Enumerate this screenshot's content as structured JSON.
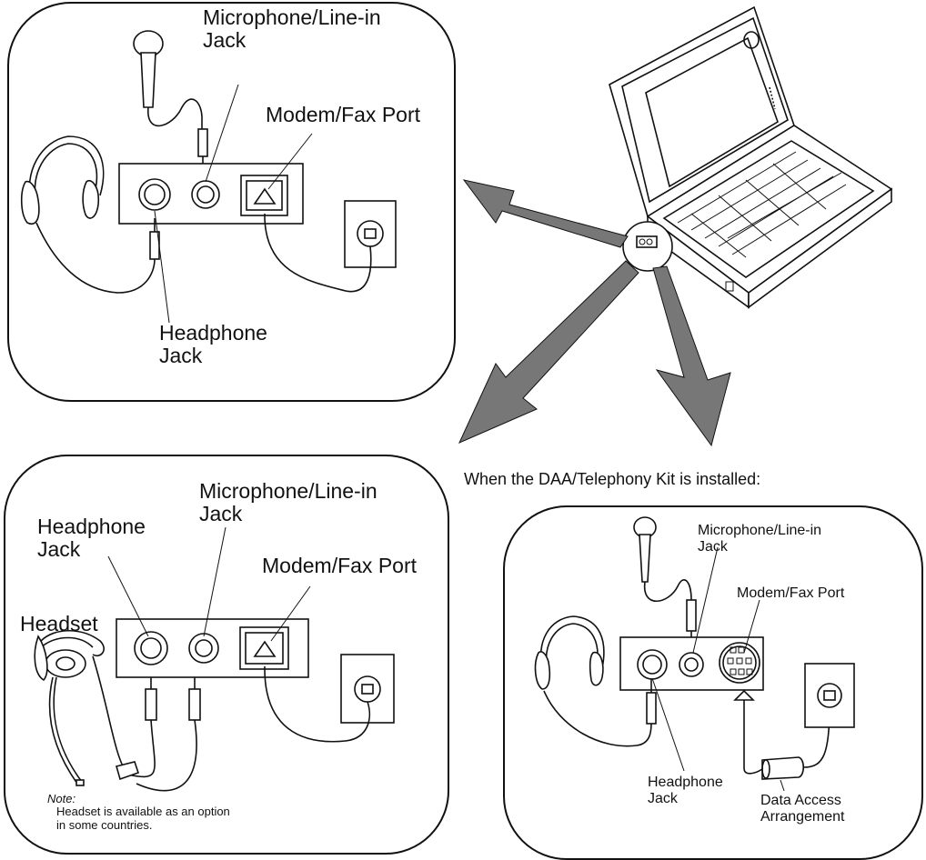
{
  "top_panel": {
    "mic_label_line1": "Microphone/Line-in",
    "mic_label_line2": "Jack",
    "modem_label": "Modem/Fax Port",
    "headphone_label_line1": "Headphone",
    "headphone_label_line2": "Jack"
  },
  "bottom_left_panel": {
    "headphone_label_line1": "Headphone",
    "headphone_label_line2": "Jack",
    "mic_label_line1": "Microphone/Line-in",
    "mic_label_line2": "Jack",
    "modem_label": "Modem/Fax Port",
    "headset_label": "Headset",
    "note_title": "Note:",
    "note_line1": "Headset is available as an option",
    "note_line2": "in some countries."
  },
  "bottom_right_panel": {
    "caption": "When the DAA/Telephony Kit is installed:",
    "mic_label_line1": "Microphone/Line-in",
    "mic_label_line2": "Jack",
    "modem_label": "Modem/Fax Port",
    "headphone_label_line1": "Headphone",
    "headphone_label_line2": "Jack",
    "daa_label_line1": "Data Access",
    "daa_label_line2": "Arrangement"
  },
  "icons": [
    "microphone-icon",
    "headphones-icon",
    "headset-icon",
    "wall-phone-jack-icon",
    "laptop-icon",
    "arrow-icon"
  ]
}
